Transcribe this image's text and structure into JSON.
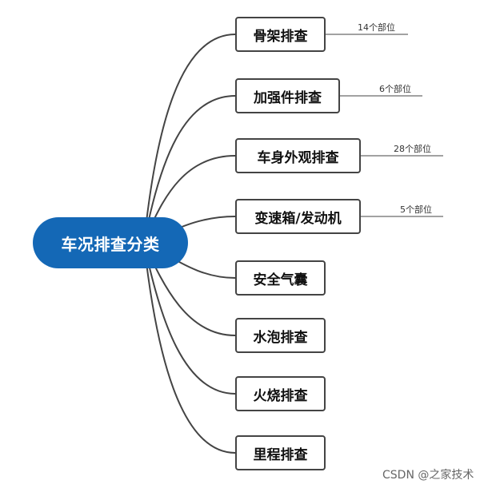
{
  "root": {
    "label": "车况排查分类"
  },
  "branches": [
    {
      "label": "骨架排查",
      "note": "14个部位"
    },
    {
      "label": "加强件排查",
      "note": "6个部位"
    },
    {
      "label": "车身外观排查",
      "note": "28个部位"
    },
    {
      "label": "变速箱/发动机",
      "note": "5个部位"
    },
    {
      "label": "安全气囊"
    },
    {
      "label": "水泡排查"
    },
    {
      "label": "火烧排查"
    },
    {
      "label": "里程排查"
    }
  ],
  "watermark": "CSDN @之家技术",
  "colors": {
    "root_fill": "#1468b6",
    "connector": "#444444",
    "node_border": "#444444"
  }
}
